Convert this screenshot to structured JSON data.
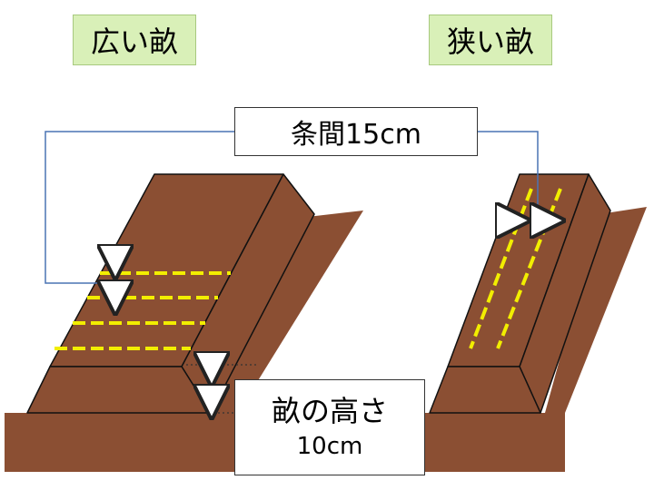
{
  "labels": {
    "wide_bed": "広い畝",
    "narrow_bed": "狭い畝",
    "row_spacing": "条間15cm",
    "bed_height_title": "畝の高さ",
    "bed_height_value": "10cm"
  },
  "colors": {
    "soil": "#8b4f33",
    "edge": "#111111",
    "row_line": "#f2ee00",
    "leader": "#4a74b3",
    "label_bg": "#d9f0b8"
  }
}
